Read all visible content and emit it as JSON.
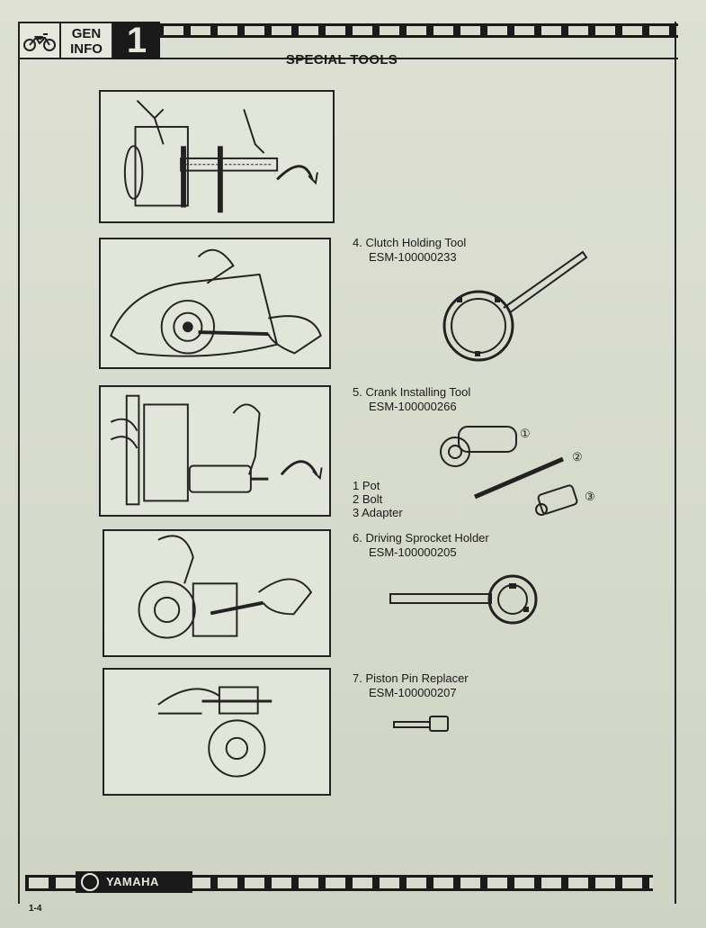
{
  "header": {
    "section_line1": "GEN",
    "section_line2": "INFO",
    "chapter_number": "1",
    "logo_icon": "motorcycle-icon"
  },
  "page_title": "SPECIAL TOOLS",
  "tools": [
    {
      "title": "4. Clutch Holding Tool",
      "code": "ESM-100000233"
    },
    {
      "title": "5. Crank Installing Tool",
      "code": "ESM-100000266"
    },
    {
      "title": "6. Driving Sprocket Holder",
      "code": "ESM-100000205"
    },
    {
      "title": "7. Piston Pin Replacer",
      "code": "ESM-100000207"
    }
  ],
  "crank_parts_callouts": [
    "①",
    "②",
    "③"
  ],
  "crank_parts_legend": [
    "1 Pot",
    "2 Bolt",
    "3 Adapter"
  ],
  "footer": {
    "brand": "YAMAHA",
    "emblem_icon": "tuning-fork-emblem-icon",
    "page_number": "1-4"
  }
}
